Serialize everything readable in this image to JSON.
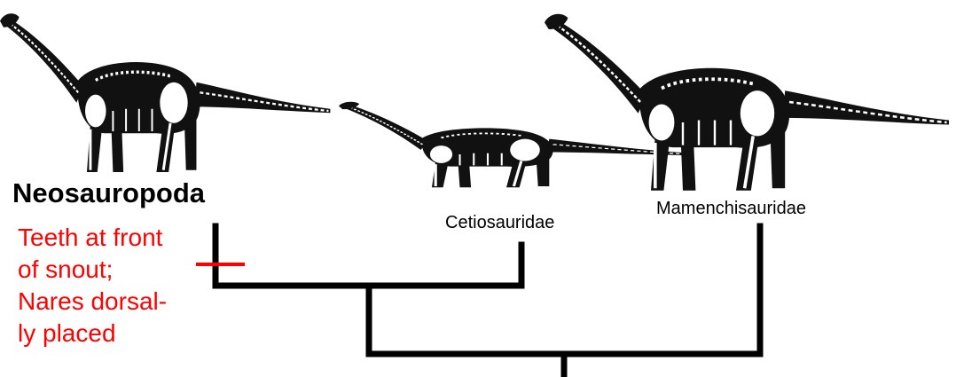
{
  "clades": {
    "neosauropoda": "Neosauropoda",
    "cetiosauridae": "Cetiosauridae",
    "mamenchisauridae": "Mamenchisauridae"
  },
  "synapomorphy": {
    "lines": [
      "Teeth at front",
      "of snout;",
      "Nares dorsal-",
      "ly placed"
    ]
  },
  "colors": {
    "tree": "#000000",
    "synapomorphy": "#ff0000",
    "skeleton_body": "#111111",
    "skeleton_bone": "#ffffff"
  },
  "icons": [
    "sauropod-skeleton-icon"
  ]
}
